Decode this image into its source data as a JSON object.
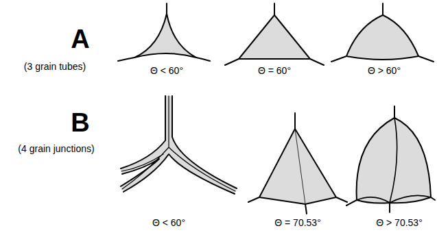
{
  "diagram": {
    "labels": [
      "A",
      "(3 grain tubes)",
      "Θ < 60°",
      "Θ = 60°",
      "Θ > 60°",
      "B",
      "(4 grain junctions)",
      "Θ < 60°",
      "Θ = 70.53°",
      "Θ > 70.53°"
    ]
  }
}
